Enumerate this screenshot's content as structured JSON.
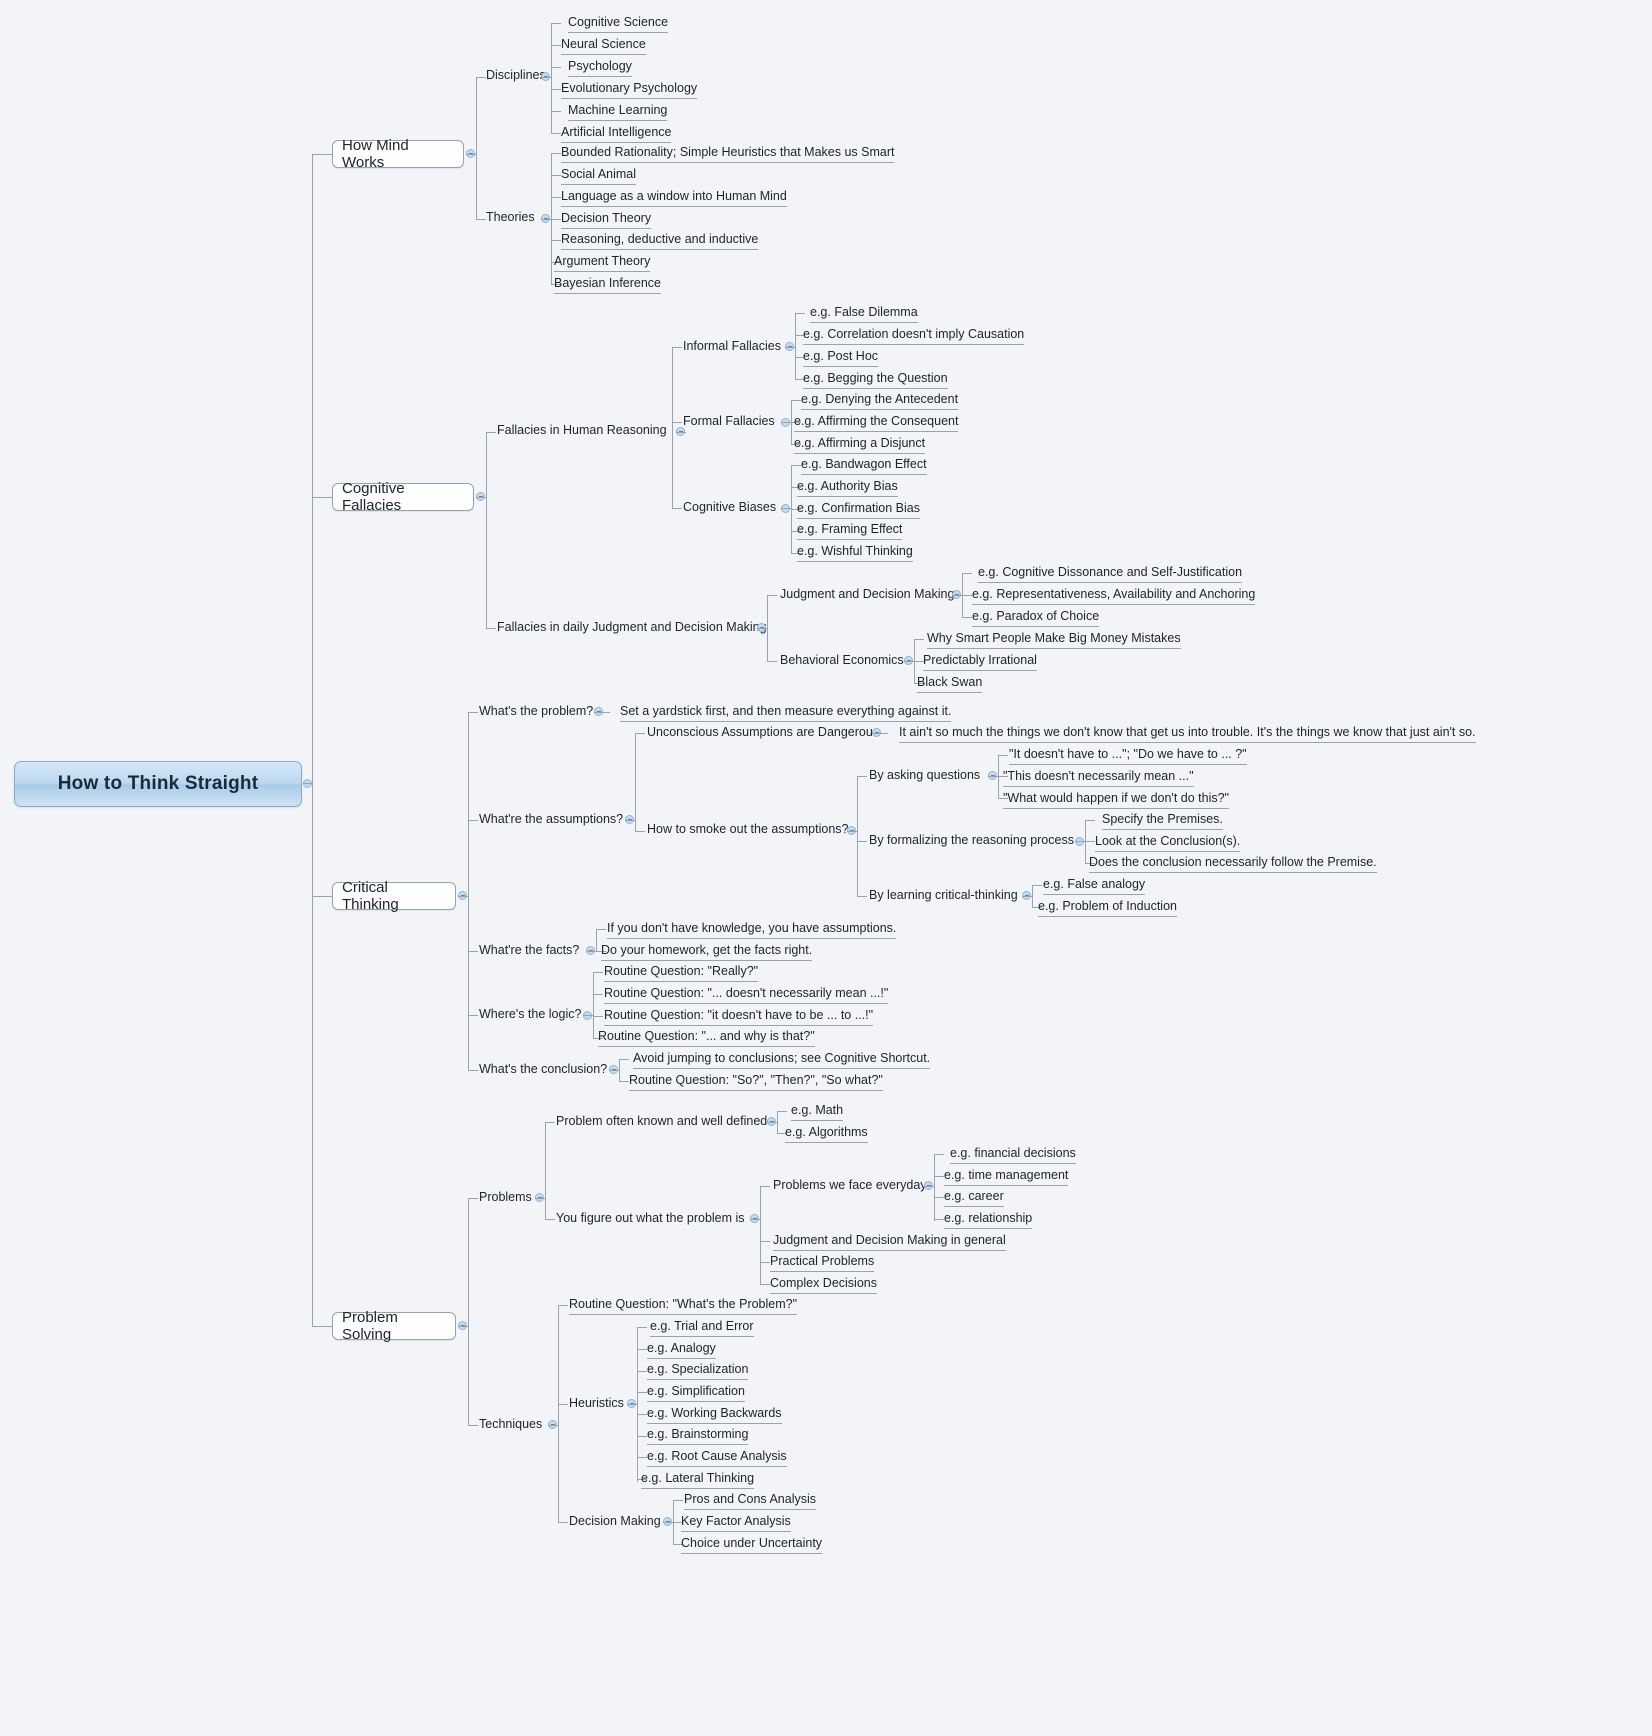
{
  "mindmap": {
    "root": "How to Think Straight",
    "accent": "#a9cbe8",
    "line_color": "#9aa3ad",
    "background": "#f2f4f8",
    "branches": [
      {
        "label": "How Mind Works",
        "children": [
          {
            "label": "Disciplines",
            "children": [
              {
                "label": "Cognitive Science"
              },
              {
                "label": "Neural Science"
              },
              {
                "label": "Psychology"
              },
              {
                "label": "Evolutionary Psychology"
              },
              {
                "label": "Machine Learning"
              },
              {
                "label": "Artificial Intelligence"
              }
            ]
          },
          {
            "label": "Theories",
            "children": [
              {
                "label": "Bounded Rationality; Simple Heuristics that Makes us Smart"
              },
              {
                "label": "Social Animal"
              },
              {
                "label": "Language as a window into Human Mind"
              },
              {
                "label": "Decision Theory"
              },
              {
                "label": "Reasoning, deductive and inductive"
              },
              {
                "label": "Argument Theory"
              },
              {
                "label": "Bayesian Inference"
              }
            ]
          }
        ]
      },
      {
        "label": "Cognitive Fallacies",
        "children": [
          {
            "label": "Fallacies in Human Reasoning",
            "children": [
              {
                "label": "Informal Fallacies",
                "children": [
                  {
                    "label": "e.g. False Dilemma"
                  },
                  {
                    "label": "e.g. Correlation doesn't imply Causation"
                  },
                  {
                    "label": "e.g. Post Hoc"
                  },
                  {
                    "label": "e.g. Begging the Question"
                  }
                ]
              },
              {
                "label": "Formal Fallacies",
                "children": [
                  {
                    "label": "e.g. Denying the Antecedent"
                  },
                  {
                    "label": "e.g. Affirming the Consequent"
                  },
                  {
                    "label": "e.g. Affirming a Disjunct"
                  }
                ]
              },
              {
                "label": "Cognitive Biases",
                "children": [
                  {
                    "label": "e.g. Bandwagon Effect"
                  },
                  {
                    "label": "e.g. Authority Bias"
                  },
                  {
                    "label": "e.g. Confirmation Bias"
                  },
                  {
                    "label": "e.g. Framing Effect"
                  },
                  {
                    "label": "e.g. Wishful Thinking"
                  }
                ]
              }
            ]
          },
          {
            "label": "Fallacies in daily Judgment and Decision Making",
            "children": [
              {
                "label": "Judgment and Decision Making",
                "children": [
                  {
                    "label": "e.g. Cognitive Dissonance and Self-Justification"
                  },
                  {
                    "label": "e.g. Representativeness, Availability and Anchoring"
                  },
                  {
                    "label": "e.g. Paradox of Choice"
                  }
                ]
              },
              {
                "label": "Behavioral Economics",
                "children": [
                  {
                    "label": "Why Smart People Make Big Money Mistakes"
                  },
                  {
                    "label": "Predictably Irrational"
                  },
                  {
                    "label": "Black Swan"
                  }
                ]
              }
            ]
          }
        ]
      },
      {
        "label": "Critical Thinking",
        "children": [
          {
            "label": "What's the problem?",
            "children": [
              {
                "label": "Set a yardstick first, and then measure everything against it."
              }
            ]
          },
          {
            "label": "What're the assumptions?",
            "children": [
              {
                "label": "Unconscious Assumptions are Dangerous",
                "children": [
                  {
                    "label": "It ain't so much the things we don't know that get us into trouble. It's the things we know that just ain't so."
                  }
                ]
              },
              {
                "label": "How to smoke out the assumptions?",
                "children": [
                  {
                    "label": "By asking questions",
                    "children": [
                      {
                        "label": "\"It doesn't have to ...\"; \"Do we have to ... ?\""
                      },
                      {
                        "label": "\"This doesn't necessarily mean ...\""
                      },
                      {
                        "label": "\"What would happen if we don't do this?\""
                      }
                    ]
                  },
                  {
                    "label": "By formalizing the reasoning process",
                    "children": [
                      {
                        "label": "Specify the Premises."
                      },
                      {
                        "label": "Look at the Conclusion(s)."
                      },
                      {
                        "label": "Does the conclusion necessarily follow the Premise."
                      }
                    ]
                  },
                  {
                    "label": "By learning critical-thinking",
                    "children": [
                      {
                        "label": "e.g. False analogy"
                      },
                      {
                        "label": "e.g. Problem of Induction"
                      }
                    ]
                  }
                ]
              }
            ]
          },
          {
            "label": "What're the facts?",
            "children": [
              {
                "label": "If you don't have knowledge, you have assumptions."
              },
              {
                "label": "Do your homework, get the facts right."
              }
            ]
          },
          {
            "label": "Where's the logic?",
            "children": [
              {
                "label": "Routine Question: \"Really?\""
              },
              {
                "label": "Routine Question: \"... doesn't necessarily mean ...!\""
              },
              {
                "label": "Routine Question: \"it doesn't have to be ... to ...!\""
              },
              {
                "label": "Routine Question: \"... and why is that?\""
              }
            ]
          },
          {
            "label": "What's the conclusion?",
            "children": [
              {
                "label": "Avoid jumping to conclusions; see Cognitive Shortcut."
              },
              {
                "label": "Routine Question: \"So?\", \"Then?\", \"So what?\""
              }
            ]
          }
        ]
      },
      {
        "label": "Problem Solving",
        "children": [
          {
            "label": "Problems",
            "children": [
              {
                "label": "Problem often known and well defined",
                "children": [
                  {
                    "label": "e.g. Math"
                  },
                  {
                    "label": "e.g. Algorithms"
                  }
                ]
              },
              {
                "label": "You figure out what the problem is",
                "children": [
                  {
                    "label": "Problems we face everyday",
                    "children": [
                      {
                        "label": "e.g. financial decisions"
                      },
                      {
                        "label": "e.g. time management"
                      },
                      {
                        "label": "e.g. career"
                      },
                      {
                        "label": "e.g. relationship"
                      }
                    ]
                  },
                  {
                    "label": "Judgment and Decision Making in general"
                  },
                  {
                    "label": "Practical Problems"
                  },
                  {
                    "label": "Complex Decisions"
                  }
                ]
              }
            ]
          },
          {
            "label": "Techniques",
            "children": [
              {
                "label": "Routine Question: \"What's the Problem?\""
              },
              {
                "label": "Heuristics",
                "children": [
                  {
                    "label": "e.g. Trial and Error"
                  },
                  {
                    "label": "e.g. Analogy"
                  },
                  {
                    "label": "e.g. Specialization"
                  },
                  {
                    "label": "e.g. Simplification"
                  },
                  {
                    "label": "e.g. Working Backwards"
                  },
                  {
                    "label": "e.g. Brainstorming"
                  },
                  {
                    "label": "e.g. Root Cause Analysis"
                  },
                  {
                    "label": "e.g. Lateral Thinking"
                  }
                ]
              },
              {
                "label": "Decision Making",
                "children": [
                  {
                    "label": "Pros and Cons Analysis"
                  },
                  {
                    "label": "Key Factor Analysis"
                  },
                  {
                    "label": "Choice under Uncertainty"
                  }
                ]
              }
            ]
          }
        ]
      }
    ]
  },
  "nodes": {
    "how_mind_works": "How Mind Works",
    "cognitive_fallacies": "Cognitive Fallacies",
    "critical_thinking": "Critical Thinking",
    "problem_solving": "Problem Solving",
    "disciplines": "Disciplines",
    "theories": "Theories",
    "d1": "Cognitive Science",
    "d2": "Neural Science",
    "d3": "Psychology",
    "d4": "Evolutionary Psychology",
    "d5": "Machine Learning",
    "d6": "Artificial Intelligence",
    "t1": "Bounded Rationality; Simple Heuristics that Makes us Smart",
    "t2": "Social Animal",
    "t3": "Language as a window into Human Mind",
    "t4": "Decision Theory",
    "t5": "Reasoning, deductive and inductive",
    "t6": "Argument Theory",
    "t7": "Bayesian Inference",
    "fhr": "Fallacies in Human Reasoning",
    "informal": "Informal Fallacies",
    "formal": "Formal Fallacies",
    "biases": "Cognitive Biases",
    "if1": "e.g. False Dilemma",
    "if2": "e.g. Correlation doesn't imply Causation",
    "if3": "e.g. Post Hoc",
    "if4": "e.g. Begging the Question",
    "ff1": "e.g. Denying the Antecedent",
    "ff2": "e.g. Affirming the Consequent",
    "ff3": "e.g. Affirming a Disjunct",
    "cb1": "e.g. Bandwagon Effect",
    "cb2": "e.g. Authority Bias",
    "cb3": "e.g. Confirmation Bias",
    "cb4": "e.g. Framing Effect",
    "cb5": "e.g. Wishful Thinking",
    "fdj": "Fallacies in daily Judgment and Decision Making",
    "jdm": "Judgment and Decision Making",
    "behecon": "Behavioral Economics",
    "j1": "e.g. Cognitive Dissonance and Self-Justification",
    "j2": "e.g. Representativeness, Availability and Anchoring",
    "j3": "e.g. Paradox of Choice",
    "b1": "Why Smart People Make Big Money Mistakes",
    "b2": "Predictably Irrational",
    "b3": "Black Swan",
    "ct_problem": "What's the problem?",
    "ct_problem_1": "Set a yardstick first, and then measure everything against it.",
    "ct_assump": "What're the assumptions?",
    "ua": "Unconscious Assumptions are Dangerous",
    "ua_1": "It ain't so much the things we don't know that get us into trouble. It's the things we know that just ain't so.",
    "smoke": "How to smoke out the assumptions?",
    "asking": "By asking questions",
    "aq1": "\"It doesn't have to ...\"; \"Do we have to ... ?\"",
    "aq2": "\"This doesn't necessarily mean ...\"",
    "aq3": "\"What would happen if we don't do this?\"",
    "formalizing": "By formalizing the reasoning process",
    "fr1": "Specify the Premises.",
    "fr2": "Look at the Conclusion(s).",
    "fr3": "Does the conclusion necessarily follow the Premise.",
    "learning": "By learning critical-thinking",
    "lc1": "e.g. False analogy",
    "lc2": "e.g. Problem of Induction",
    "ct_facts": "What're the facts?",
    "fa1": "If you don't have knowledge, you have assumptions.",
    "fa2": "Do your homework, get the facts right.",
    "ct_logic": "Where's the logic?",
    "lg1": "Routine Question: \"Really?\"",
    "lg2": "Routine Question: \"... doesn't necessarily mean ...!\"",
    "lg3": "Routine Question: \"it doesn't have to be ... to ...!\"",
    "lg4": "Routine Question: \"... and why is that?\"",
    "ct_concl": "What's the conclusion?",
    "cc1": "Avoid jumping to conclusions; see Cognitive Shortcut.",
    "cc2": "Routine Question: \"So?\", \"Then?\", \"So what?\"",
    "problems": "Problems",
    "techniques": "Techniques",
    "pk": "Problem often known and well defined",
    "pk1": "e.g. Math",
    "pk2": "e.g. Algorithms",
    "pf": "You figure out what the problem is",
    "pe": "Problems we face everyday",
    "pe1": "e.g. financial decisions",
    "pe2": "e.g. time management",
    "pe3": "e.g. career",
    "pe4": "e.g. relationship",
    "pg1": "Judgment and Decision Making in general",
    "pg2": "Practical Problems",
    "pg3": "Complex Decisions",
    "tq": "Routine Question: \"What's the Problem?\"",
    "heuristics": "Heuristics",
    "h1": "e.g. Trial and Error",
    "h2": "e.g. Analogy",
    "h3": "e.g. Specialization",
    "h4": "e.g. Simplification",
    "h5": "e.g. Working Backwards",
    "h6": "e.g. Brainstorming",
    "h7": "e.g. Root Cause Analysis",
    "h8": "e.g. Lateral Thinking",
    "dm": "Decision Making",
    "dm1": "Pros and Cons Analysis",
    "dm2": "Key Factor Analysis",
    "dm3": "Choice under Uncertainty"
  }
}
